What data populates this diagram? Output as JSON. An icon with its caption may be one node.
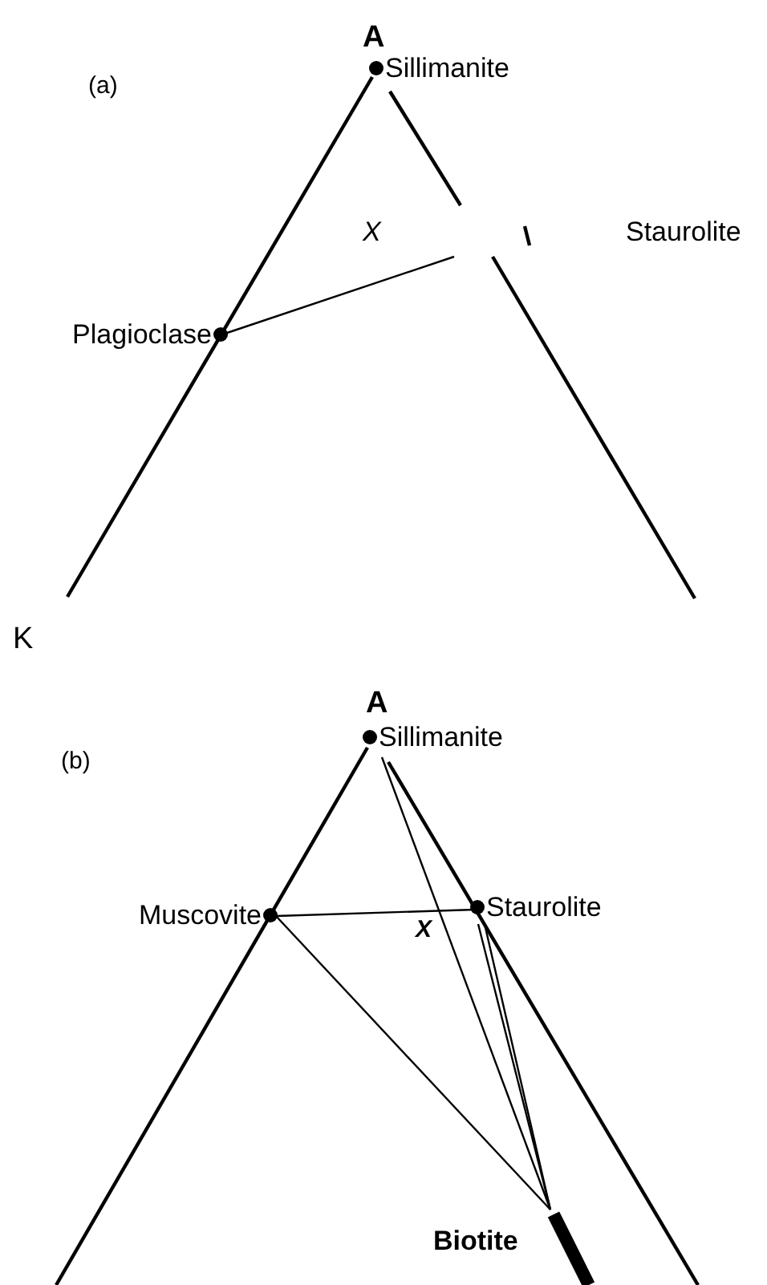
{
  "diagram": {
    "nodes": [
      {
        "text": [
          "Sillimanite"
        ]
      },
      {
        "text": [
          "Staurolite"
        ]
      },
      {
        "text": [
          "Plagioclase"
        ]
      },
      {
        "text": [
          "Sillimanite"
        ]
      },
      {
        "text": [
          "Muscovite"
        ]
      },
      {
        "text": [
          "Staurolite"
        ]
      },
      {
        "text": [],
        "shape": "bar",
        "beside": [
          "Biotite"
        ]
      }
    ],
    "edges": [
      {
        "from": 2,
        "to": null,
        "arrow": "none"
      },
      {
        "from": 4,
        "to": 5,
        "arrow": "none"
      },
      {
        "from": 4,
        "to": 6,
        "arrow": "none"
      },
      {
        "from": 3,
        "to": 6,
        "arrow": "none"
      },
      {
        "from": 5,
        "to": 6,
        "arrow": "none"
      },
      {
        "from": 5,
        "to": 6,
        "arrow": "none"
      }
    ],
    "labels": [
      "A",
      "(a)",
      "X",
      "K",
      "A",
      "(b)",
      "X"
    ]
  }
}
